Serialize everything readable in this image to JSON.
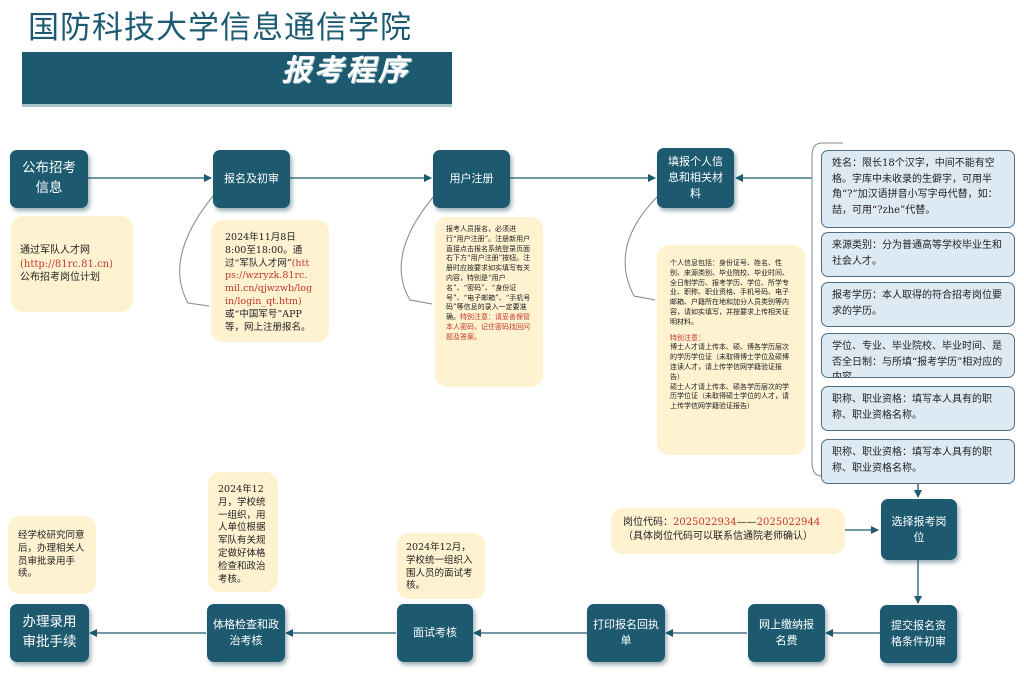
{
  "header": {
    "title": "国防科技大学信息通信学院",
    "subtitle": "报考程序"
  },
  "steps": {
    "publish": "公布招考信息",
    "register_review": "报名及初审",
    "user_register": "用户注册",
    "fill_info": "填报个人信息和相关材料",
    "choose_position": "选择报考岗位",
    "submit_review": "提交报名资格条件初审",
    "pay_fee": "网上缴纳报名费",
    "print_receipt": "打印报名回执单",
    "interview": "面试考核",
    "physical_political": "体格检查和政治考核",
    "approval": "办理录用审批手续"
  },
  "notes": {
    "publish_a": "通过军队人才网",
    "publish_url": "(http://81rc.81.cn)",
    "publish_b": "公布招考岗位计划",
    "register_a": "2024年11月8日8:00至18:00。通过“军队人才网”",
    "register_url": "(https://wzryzk.81rc.mil.cn/qjwzwb/login/login_qt.htm)",
    "register_b": "或“中国军号”APP等，网上注册报名。",
    "user_reg_a": "报考人员报名，必须进行“用户注册”。注册新用户直接点击报名系统登录页面右下方“用户注册”按钮。注册时应按要求如实填写有关内容，特别是“用户名”、“密码”、“身份证号”、“电子邮箱”、“手机号码”等信息的录入一定要准确。",
    "user_reg_warn": "特别注意：请妥善保管本人密码，记住密码找回问题及答案。",
    "info_a": "个人信息包括：身份证号、姓名、性别、来源类别、毕业院校、毕业时间、全日制学历、报考学历、学位、所学专业、职称、职业资格、手机号码、电子邮箱、户籍所在地和加分人员类别等内容，请如实填写，并按要求上传相关证明材料。",
    "info_warn_title": "特别注意：",
    "info_warn_1": "博士人才请上传本、硕、博各学历层次的学历学位证（未取得博士学位及硕博连读人才，请上传学信网学籍验证报告）",
    "info_warn_2": "硕士人才请上传本、硕各学历层次的学历学位证（未取得硕士学位的人才，请上传学信网学籍验证报告）",
    "position_label": "岗位代码：",
    "position_code_1": "2025022934",
    "position_dash": "——",
    "position_code_2": "2025022944",
    "position_tail": "（具体岗位代码可以联系信通院老师确认）",
    "interview": "2024年12月，学校统一组织入围人员的面试考核。",
    "physical": "2024年12月，学校统一组织，用人单位根据军队有关规定做好体格检查和政治考核。",
    "approval": "经学校研究同意后，办理相关人员审批录用手续。"
  },
  "fields": [
    "姓名：限长18个汉字，中间不能有空格。字库中未收录的生僻字，可用半角“?”加汉语拼音小写字母代替，如：喆，可用“?zhe”代替。",
    "来源类别：分为普通高等学校毕业生和社会人才。",
    "报考学历：本人取得的符合招考岗位要求的学历。",
    "学位、专业、毕业院校、毕业时间、是否全日制：与所填“报考学历”相对应的内容。",
    "职称、职业资格：填写本人具有的职称、职业资格名称。",
    "职称、职业资格：填写本人具有的职称、职业资格名称。"
  ],
  "colors": {
    "node": "#1d5a6f",
    "note": "#fff2d1",
    "field_box": "#ddeaf4",
    "highlight": "#c0392b"
  }
}
